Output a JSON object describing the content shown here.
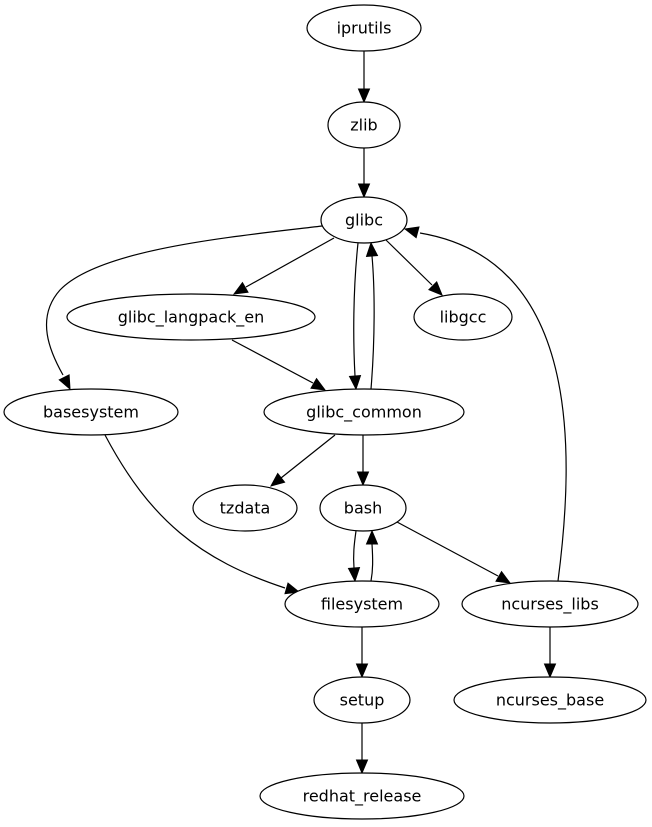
{
  "title": "Package dependency graph",
  "nodes": [
    {
      "id": "iprutils",
      "label": "iprutils"
    },
    {
      "id": "zlib",
      "label": "zlib"
    },
    {
      "id": "glibc",
      "label": "glibc"
    },
    {
      "id": "glibc_langpack_en",
      "label": "glibc_langpack_en"
    },
    {
      "id": "libgcc",
      "label": "libgcc"
    },
    {
      "id": "basesystem",
      "label": "basesystem"
    },
    {
      "id": "glibc_common",
      "label": "glibc_common"
    },
    {
      "id": "tzdata",
      "label": "tzdata"
    },
    {
      "id": "bash",
      "label": "bash"
    },
    {
      "id": "filesystem",
      "label": "filesystem"
    },
    {
      "id": "ncurses_libs",
      "label": "ncurses_libs"
    },
    {
      "id": "setup",
      "label": "setup"
    },
    {
      "id": "ncurses_base",
      "label": "ncurses_base"
    },
    {
      "id": "redhat_release",
      "label": "redhat_release"
    }
  ],
  "edges": [
    {
      "from": "iprutils",
      "to": "zlib"
    },
    {
      "from": "zlib",
      "to": "glibc"
    },
    {
      "from": "glibc",
      "to": "basesystem"
    },
    {
      "from": "glibc",
      "to": "glibc_langpack_en"
    },
    {
      "from": "glibc",
      "to": "glibc_common"
    },
    {
      "from": "glibc",
      "to": "libgcc"
    },
    {
      "from": "glibc_common",
      "to": "glibc"
    },
    {
      "from": "glibc_langpack_en",
      "to": "glibc_common"
    },
    {
      "from": "basesystem",
      "to": "filesystem"
    },
    {
      "from": "glibc_common",
      "to": "tzdata"
    },
    {
      "from": "glibc_common",
      "to": "bash"
    },
    {
      "from": "bash",
      "to": "filesystem"
    },
    {
      "from": "filesystem",
      "to": "bash"
    },
    {
      "from": "bash",
      "to": "ncurses_libs"
    },
    {
      "from": "ncurses_libs",
      "to": "glibc"
    },
    {
      "from": "filesystem",
      "to": "setup"
    },
    {
      "from": "ncurses_libs",
      "to": "ncurses_base"
    },
    {
      "from": "setup",
      "to": "redhat_release"
    }
  ]
}
